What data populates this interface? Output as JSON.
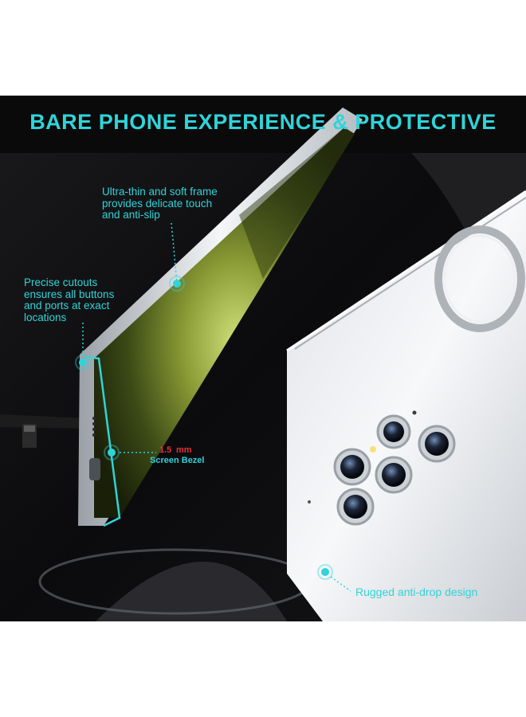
{
  "headline": "BARE PHONE EXPERIENCE & PROTECTIVE",
  "callouts": {
    "frame": [
      "Ultra-thin and soft frame",
      "provides delicate touch",
      "and anti-slip"
    ],
    "cutouts": [
      "Precise cutouts",
      "ensures all buttons",
      "and ports at exact",
      "locations"
    ],
    "bezel_value": "1.5",
    "bezel_unit": "mm",
    "bezel_label": "Screen Bezel",
    "drop": "Rugged anti-drop design"
  },
  "colors": {
    "accent": "#2fd4d9",
    "bezel_highlight": "#e8313a",
    "background": "#0d0d0f"
  },
  "icons": [
    "magnetic-ring-icon",
    "camera-lens-icon",
    "stylus-icon"
  ]
}
